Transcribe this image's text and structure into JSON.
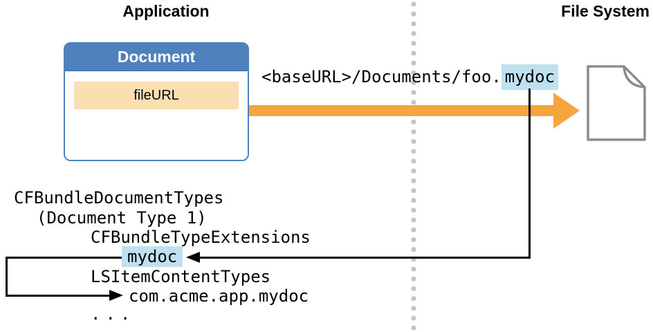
{
  "headings": {
    "left": "Application",
    "right": "File System"
  },
  "document_box": {
    "title": "Document",
    "field": "fileURL"
  },
  "path": {
    "prefix": "<baseURL>/Documents/foo.",
    "highlight": "mydoc"
  },
  "file_icon": {
    "label": "File"
  },
  "plist": {
    "lines": [
      {
        "text": "CFBundleDocumentTypes",
        "highlighted": false
      },
      {
        "text": "(Document Type 1)",
        "highlighted": false
      },
      {
        "text": "CFBundleTypeExtensions",
        "highlighted": false
      },
      {
        "text": "mydoc",
        "highlighted": true
      },
      {
        "text": "LSItemContentTypes",
        "highlighted": false
      },
      {
        "text": "com.acme.app.mydoc",
        "highlighted": false
      },
      {
        "text": "...",
        "highlighted": false
      }
    ]
  },
  "colors": {
    "header_blue": "#4f81bd",
    "fileurl_peach": "#fbdfb2",
    "arrow_orange": "#f5a43e",
    "highlight_blue": "#bfe1ef",
    "separator_gray": "#c4c4c4",
    "file_icon_stroke": "#8c8c8c",
    "connector_black": "#000000"
  }
}
